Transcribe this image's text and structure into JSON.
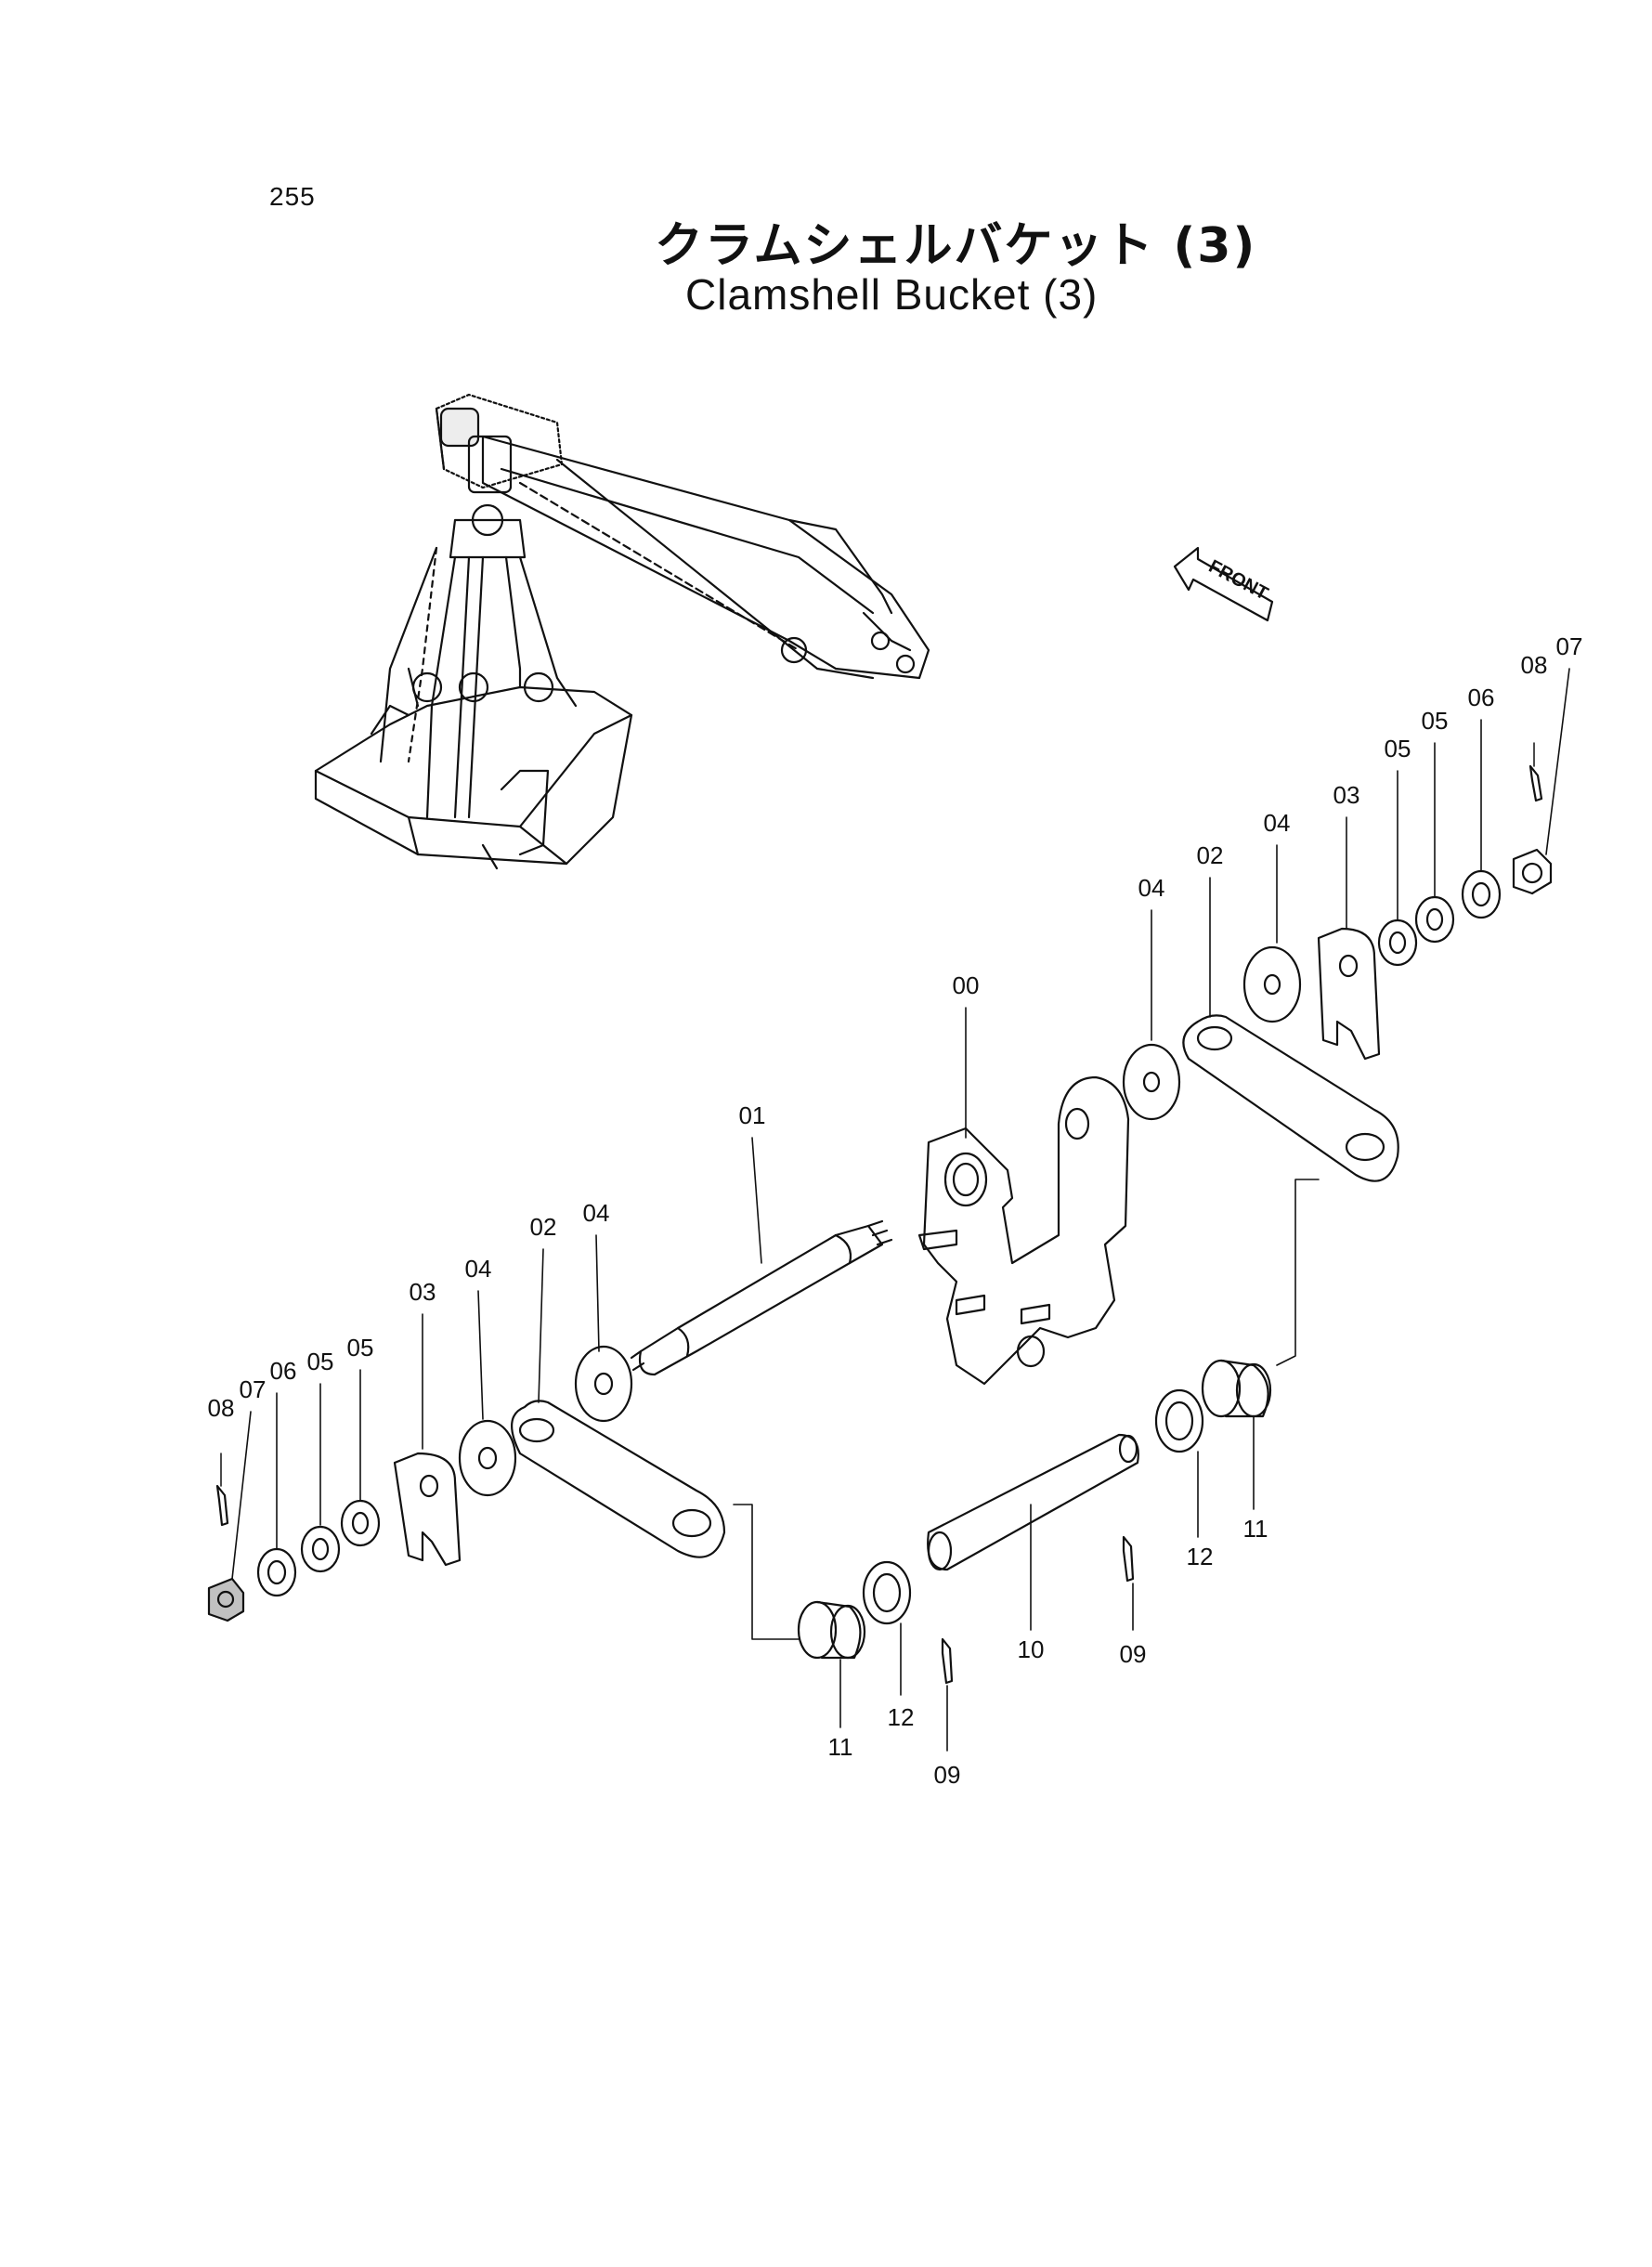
{
  "page": {
    "number": "255",
    "title_jp": "クラムシェルバケット (3)",
    "title_en": "Clamshell Bucket (3)",
    "front_label": "FRONT"
  },
  "callouts": [
    {
      "id": "c00",
      "label": "00"
    },
    {
      "id": "c01",
      "label": "01"
    },
    {
      "id": "c02a",
      "label": "02"
    },
    {
      "id": "c02b",
      "label": "02"
    },
    {
      "id": "c03a",
      "label": "03"
    },
    {
      "id": "c03b",
      "label": "03"
    },
    {
      "id": "c04a",
      "label": "04"
    },
    {
      "id": "c04b",
      "label": "04"
    },
    {
      "id": "c04c",
      "label": "04"
    },
    {
      "id": "c04d",
      "label": "04"
    },
    {
      "id": "c05a",
      "label": "05"
    },
    {
      "id": "c05b",
      "label": "05"
    },
    {
      "id": "c05c",
      "label": "05"
    },
    {
      "id": "c05d",
      "label": "05"
    },
    {
      "id": "c06a",
      "label": "06"
    },
    {
      "id": "c06b",
      "label": "06"
    },
    {
      "id": "c07a",
      "label": "07"
    },
    {
      "id": "c07b",
      "label": "07"
    },
    {
      "id": "c08a",
      "label": "08"
    },
    {
      "id": "c08b",
      "label": "08"
    },
    {
      "id": "c09a",
      "label": "09"
    },
    {
      "id": "c09b",
      "label": "09"
    },
    {
      "id": "c10",
      "label": "10"
    },
    {
      "id": "c11a",
      "label": "11"
    },
    {
      "id": "c11b",
      "label": "11"
    },
    {
      "id": "c12a",
      "label": "12"
    },
    {
      "id": "c12b",
      "label": "12"
    }
  ]
}
